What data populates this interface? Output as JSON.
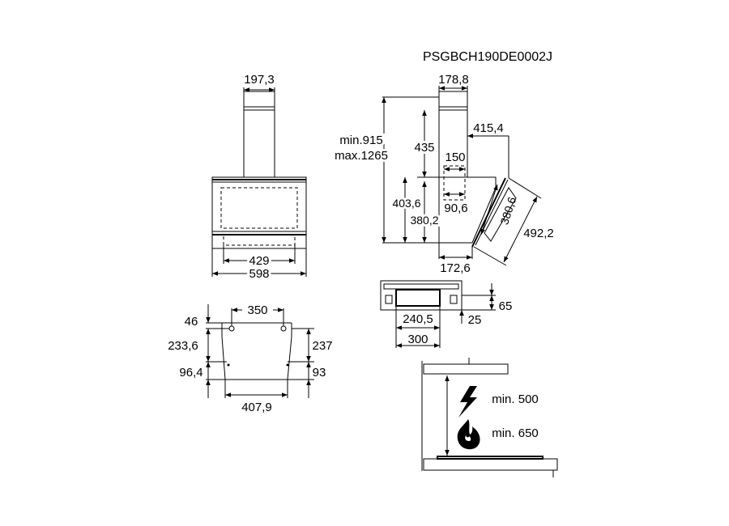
{
  "product_code": "PSGBCH190DE0002J",
  "front_view": {
    "chimney_width": "197,3",
    "canopy_width": "429",
    "overall_width": "598"
  },
  "side_view": {
    "chimney_depth": "178,8",
    "height_min": "min.915",
    "height_max": "max.1265",
    "chimney_height": "435",
    "top_depth": "415,4",
    "outlet_width": "150",
    "panel_height": "403,6",
    "body_height": "380,2",
    "outlet_offset": "90,6",
    "glass_depth": "380,6",
    "glass_length": "492,2",
    "base_depth": "172,6"
  },
  "bracket_view": {
    "outlet_width": "240,5",
    "bracket_width": "300",
    "bracket_height": "65",
    "bracket_offset": "25"
  },
  "wall_mount": {
    "top_offset": "46",
    "hole_spacing": "350",
    "vertical_spacing": "233,6",
    "right_spacing": "237",
    "lower_left": "96,4",
    "lower_right": "93",
    "bottom_width": "407,9"
  },
  "clearance": {
    "electric_label": "min. 500",
    "gas_label": "min. 650",
    "electric_icon": "lightning-icon",
    "gas_icon": "flame-icon"
  }
}
